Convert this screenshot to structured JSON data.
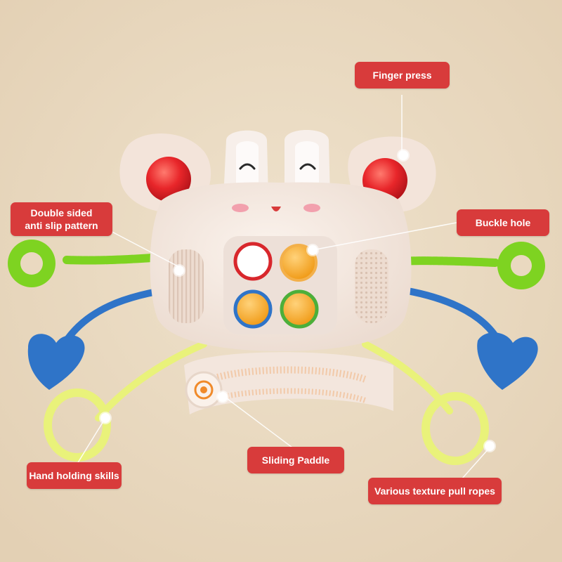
{
  "colors": {
    "background": "#ead9c0",
    "body": "#f7ebe3",
    "callout": "#d83b3b",
    "callout_text": "#ffffff",
    "green": "#7ed321",
    "blue": "#2f74c8",
    "yellow": "#e9f27a",
    "red_button": "#e8262a",
    "orange_button": "#f5a51f"
  },
  "callouts": {
    "finger_press": "Finger press",
    "double_sided_line1": "Double sided",
    "double_sided_line2": "anti slip pattern",
    "buckle_hole": "Buckle hole",
    "sliding_paddle": "Sliding Paddle",
    "hand_holding": "Hand holding skills",
    "pull_ropes": "Various texture pull ropes"
  }
}
